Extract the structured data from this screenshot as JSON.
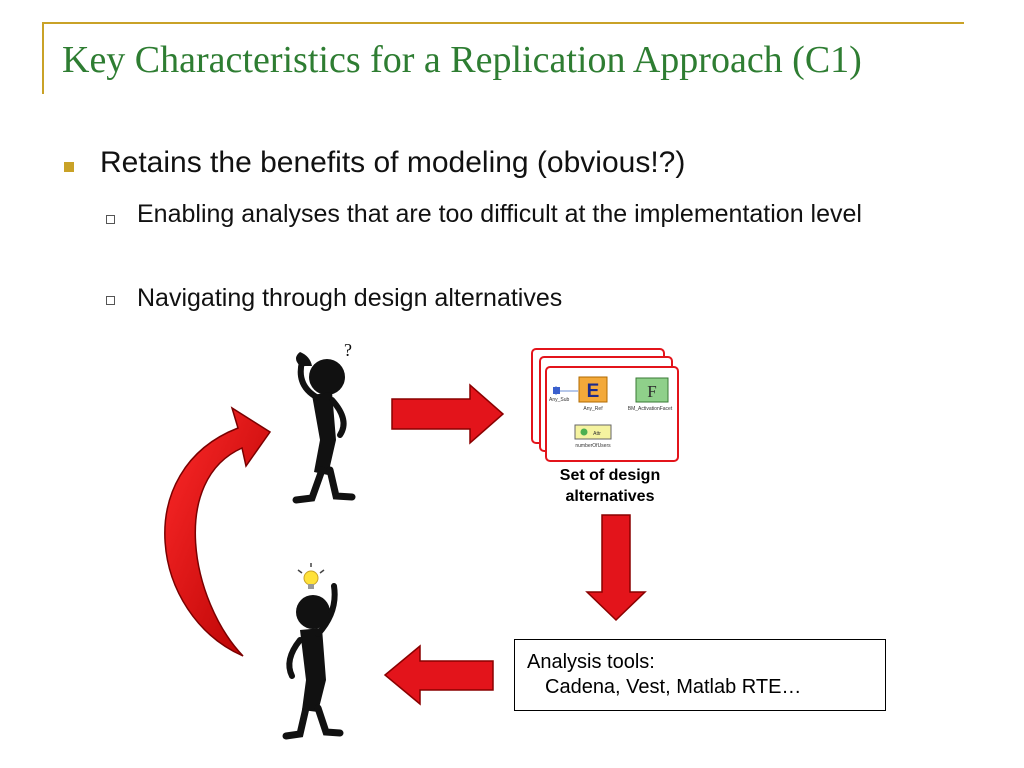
{
  "slide": {
    "title": "Key Characteristics for a Replication Approach (C1)",
    "accent_color": "#c9a227",
    "title_color": "#2e7d32"
  },
  "bullets": {
    "main": "Retains the benefits of modeling (obvious!?)",
    "sub1": "Enabling analyses that are too difficult at the implementation level",
    "sub2": "Navigating through design alternatives"
  },
  "diagram": {
    "caption_line1": "Set of design",
    "caption_line2": "alternatives",
    "tools_heading": "Analysis tools:",
    "tools_list": "Cadena, Vest, Matlab RTE…",
    "thinking_mark": "?",
    "card": {
      "block_e": "E",
      "block_f": "F",
      "label_sub": "Any_Sub",
      "label_ref": "Any_Ref",
      "label_bm": "BM_ActivationFacet",
      "label_num": "numberOfUsers",
      "label_attr": "Attr"
    },
    "arrow_color": "#e3141b"
  }
}
